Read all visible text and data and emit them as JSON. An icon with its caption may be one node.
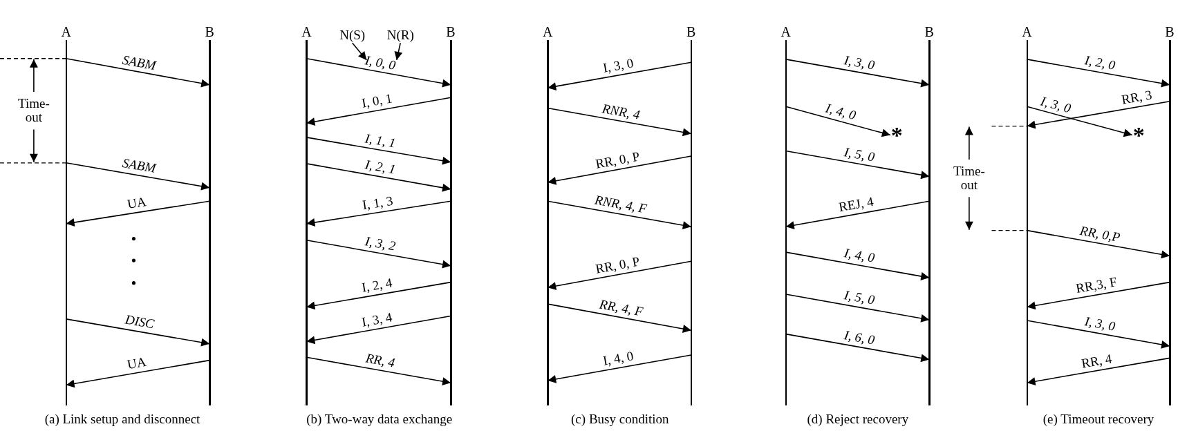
{
  "diagram": {
    "nodes": [
      {
        "text": [
          "A"
        ]
      },
      {
        "text": [
          "B"
        ]
      },
      {
        "text": [
          "A"
        ]
      },
      {
        "text": [
          "N(S)"
        ]
      },
      {
        "text": [
          "N(R)"
        ]
      },
      {
        "text": [
          "B"
        ]
      },
      {
        "text": [
          "A"
        ]
      },
      {
        "text": [
          "B"
        ]
      },
      {
        "text": [
          "A"
        ]
      },
      {
        "text": [
          "B"
        ]
      },
      {
        "text": [
          "*"
        ]
      },
      {
        "text": [
          "A"
        ]
      },
      {
        "text": [
          "B"
        ]
      },
      {
        "text": [
          "*"
        ]
      }
    ],
    "edges": [
      {
        "from": 0,
        "to": 1,
        "arrow": "to",
        "label": "SABM"
      },
      {
        "from": 0,
        "to": 1,
        "arrow": "to",
        "label": "SABM"
      },
      {
        "from": 1,
        "to": 0,
        "arrow": "to",
        "label": "UA"
      },
      {
        "from": 0,
        "to": 1,
        "arrow": "to",
        "label": "DISC"
      },
      {
        "from": 1,
        "to": 0,
        "arrow": "to",
        "label": "UA"
      },
      {
        "from": 3,
        "to": null,
        "arrow": "to"
      },
      {
        "from": 4,
        "to": null,
        "arrow": "to"
      },
      {
        "from": 2,
        "to": 5,
        "arrow": "to",
        "label": "I, 0, 0"
      },
      {
        "from": 5,
        "to": 2,
        "arrow": "to",
        "label": "I, 0, 1"
      },
      {
        "from": 2,
        "to": 5,
        "arrow": "to",
        "label": "I, 1, 1"
      },
      {
        "from": 2,
        "to": 5,
        "arrow": "to",
        "label": "I, 2, 1"
      },
      {
        "from": 5,
        "to": 2,
        "arrow": "to",
        "label": "I, 1, 3"
      },
      {
        "from": 2,
        "to": 5,
        "arrow": "to",
        "label": "I, 3, 2"
      },
      {
        "from": 5,
        "to": 2,
        "arrow": "to",
        "label": "I, 2, 4"
      },
      {
        "from": 5,
        "to": 2,
        "arrow": "to",
        "label": "I, 3, 4"
      },
      {
        "from": 2,
        "to": 5,
        "arrow": "to",
        "label": "RR, 4"
      },
      {
        "from": 7,
        "to": 6,
        "arrow": "to",
        "label": "I, 3, 0"
      },
      {
        "from": 6,
        "to": 7,
        "arrow": "to",
        "label": "RNR, 4"
      },
      {
        "from": 7,
        "to": 6,
        "arrow": "to",
        "label": "RR, 0, P"
      },
      {
        "from": 6,
        "to": 7,
        "arrow": "to",
        "label": "RNR, 4, F"
      },
      {
        "from": 7,
        "to": 6,
        "arrow": "to",
        "label": "RR, 0, P"
      },
      {
        "from": 6,
        "to": 7,
        "arrow": "to",
        "label": "RR, 4, F"
      },
      {
        "from": 7,
        "to": 6,
        "arrow": "to",
        "label": "I, 4, 0"
      },
      {
        "from": 8,
        "to": 9,
        "arrow": "to",
        "label": "I, 3, 0"
      },
      {
        "from": 8,
        "to": 10,
        "arrow": "to",
        "label": "I, 4, 0"
      },
      {
        "from": 8,
        "to": 9,
        "arrow": "to",
        "label": "I, 5, 0"
      },
      {
        "from": 9,
        "to": 8,
        "arrow": "to",
        "label": "REJ, 4"
      },
      {
        "from": 8,
        "to": 9,
        "arrow": "to",
        "label": "I, 4, 0"
      },
      {
        "from": 8,
        "to": 9,
        "arrow": "to",
        "label": "I, 5, 0"
      },
      {
        "from": 8,
        "to": 9,
        "arrow": "to",
        "label": "I, 6, 0"
      },
      {
        "from": 11,
        "to": 12,
        "arrow": "to",
        "label": "I, 2, 0"
      },
      {
        "from": 11,
        "to": 13,
        "arrow": "to",
        "label": "I, 3, 0"
      },
      {
        "from": 12,
        "to": 11,
        "arrow": "to",
        "label": "RR, 3"
      },
      {
        "from": 11,
        "to": 12,
        "arrow": "to",
        "label": "RR, 0,P"
      },
      {
        "from": 12,
        "to": 11,
        "arrow": "to",
        "label": "RR,3, F"
      },
      {
        "from": 11,
        "to": 12,
        "arrow": "to",
        "label": "I, 3, 0"
      },
      {
        "from": 12,
        "to": 11,
        "arrow": "to",
        "label": "RR, 4"
      }
    ],
    "labels": [
      "Time-out",
      "Time-out",
      "(a) Link setup and disconnect",
      "(b) Two-way data exchange",
      "(c) Busy condition",
      "(d) Reject recovery",
      "(e) Timeout recovery"
    ]
  }
}
